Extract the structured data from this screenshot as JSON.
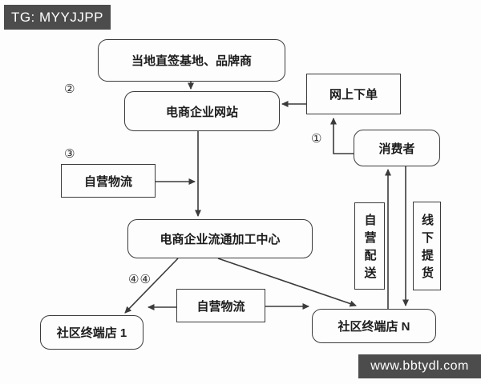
{
  "banner": {
    "tag": "TG: MYYJJPP"
  },
  "watermark": {
    "url": "www.bbtydl.com"
  },
  "colors": {
    "banner_bg": "#4c4c4c",
    "banner_text": "#ffffff",
    "line": "#3b3b3b",
    "box_border": "#3b3b3b",
    "box_text": "#1c1c1c",
    "canvas_bg": "#fdfdfd"
  },
  "flowchart": {
    "nodes": {
      "base": {
        "label": "当地直签基地、品牌商",
        "shape": "rounded"
      },
      "website": {
        "label": "电商企业网站",
        "shape": "rounded"
      },
      "online_order": {
        "label": "网上下单",
        "shape": "rect"
      },
      "consumer": {
        "label": "消费者",
        "shape": "rounded"
      },
      "self_logistics_left": {
        "label": "自营物流",
        "shape": "rect"
      },
      "processing_center": {
        "label": "电商企业流通加工中心",
        "shape": "rounded"
      },
      "self_delivery": {
        "label": "自营配送",
        "shape": "rect-vertical"
      },
      "offline_pickup": {
        "label": "线下提货",
        "shape": "rect-vertical"
      },
      "self_logistics_bottom": {
        "label": "自营物流",
        "shape": "rect"
      },
      "store_1": {
        "label": "社区终端店 1",
        "shape": "rounded"
      },
      "store_n": {
        "label": "社区终端店 N",
        "shape": "rounded"
      }
    },
    "edges": [
      {
        "from": "当地直签基地、品牌商",
        "to": "电商企业网站"
      },
      {
        "from": "网上下单",
        "to": "电商企业网站"
      },
      {
        "from": "消费者",
        "to": "网上下单",
        "marker": "①"
      },
      {
        "from": "电商企业网站",
        "to": "电商企业流通加工中心"
      },
      {
        "from": "自营物流",
        "to": "电商企业网站→电商企业流通加工中心 连线"
      },
      {
        "from": "电商企业流通加工中心",
        "to": "社区终端店 1",
        "marker": "④④"
      },
      {
        "from": "电商企业流通加工中心",
        "to": "社区终端店 N"
      },
      {
        "from": "社区终端店 N",
        "to": "消费者",
        "label": "自营配送"
      },
      {
        "from": "消费者",
        "to": "社区终端店 N",
        "label": "线下提货"
      },
      {
        "from": "自营物流(下)",
        "to": "社区终端店 1"
      },
      {
        "from": "自营物流(下)",
        "to": "社区终端店 N"
      }
    ],
    "step_markers": {
      "step1": "①",
      "step2": "②",
      "step3": "③",
      "step4": "④④"
    }
  }
}
